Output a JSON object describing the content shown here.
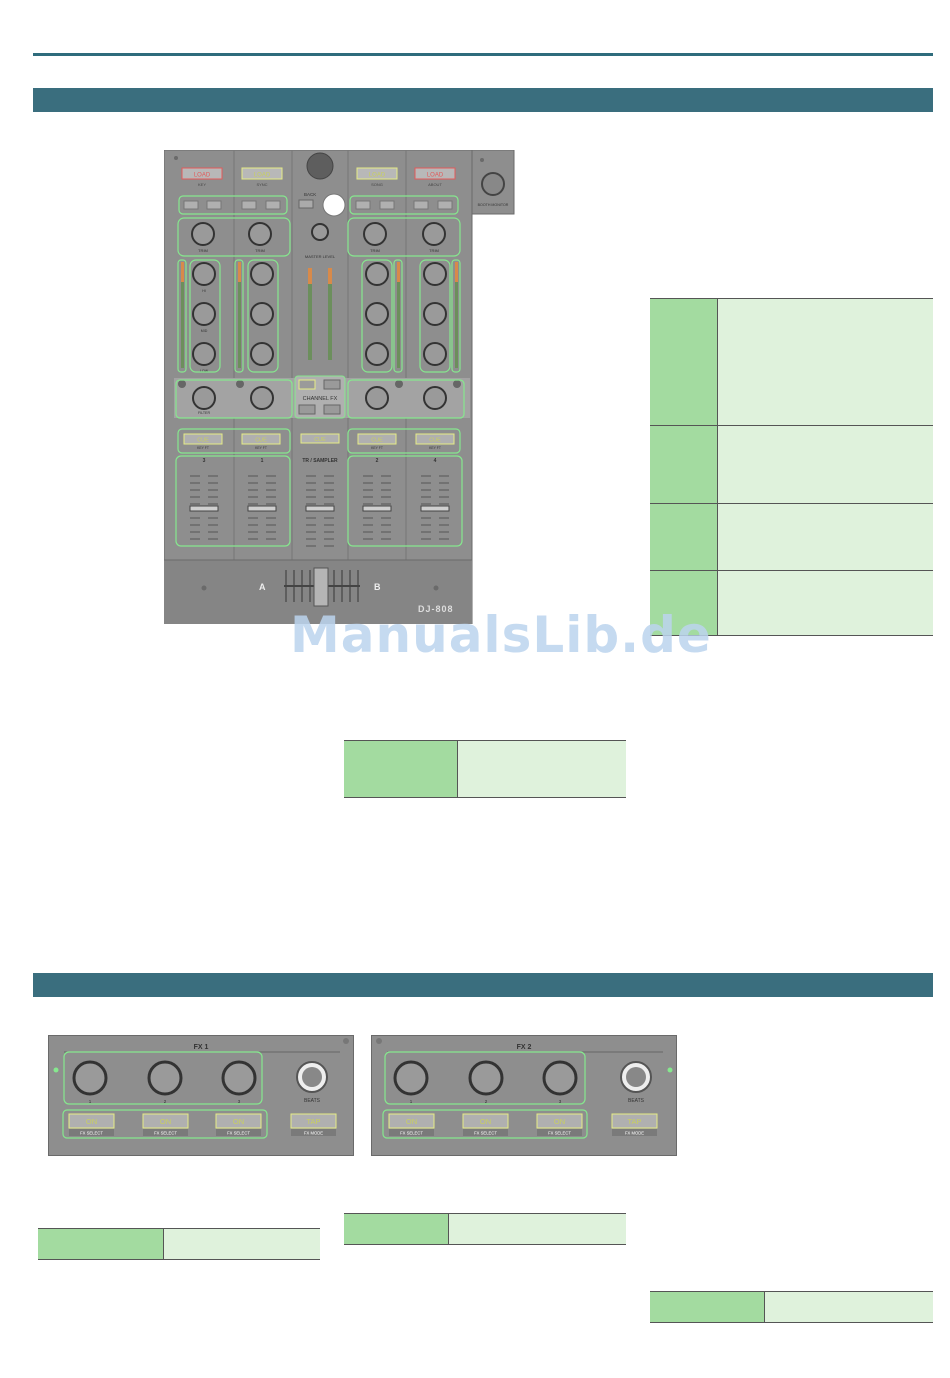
{
  "watermark": "ManualsLib.de",
  "mixer": {
    "load_buttons": [
      {
        "label": "LOAD",
        "sub": "KEY",
        "color": "#e25a5a"
      },
      {
        "label": "LOAD",
        "sub": "SYNC",
        "color": "#e6ec86"
      },
      {
        "label": "LOAD",
        "sub": "SONG",
        "color": "#e6ec86"
      },
      {
        "label": "LOAD",
        "sub": "ABOUT",
        "color": "#e25a5a"
      }
    ],
    "back_label": "BACK",
    "booth_label": "BOOTH MONITOR",
    "trim_label": "TRIM",
    "master_level_label": "MASTER LEVEL",
    "eq_labels": [
      "HI",
      "MID",
      "LOW"
    ],
    "filter_label": "FILTER",
    "channel_fx_label": "CHANNEL FX",
    "cue_label": "CUE",
    "cue_sub": "KEY FT",
    "center_cue_label": "CUE",
    "tr_sampler_label": "TR / SAMPLER",
    "channel_numbers": [
      "3",
      "1",
      "2",
      "4"
    ],
    "crossfader_a": "A",
    "crossfader_b": "B",
    "logo": "DJ-808"
  },
  "fx_panels": [
    {
      "title": "FX 1",
      "knob_numbers": [
        "1",
        "2",
        "3"
      ],
      "beats_label": "BEATS",
      "on_label": "ON",
      "fx_select_label": "FX SELECT",
      "tap_label": "TAP",
      "fx_mode_label": "FX MODE"
    },
    {
      "title": "FX 2",
      "knob_numbers": [
        "1",
        "2",
        "3"
      ],
      "beats_label": "BEATS",
      "on_label": "ON",
      "fx_select_label": "FX SELECT",
      "tap_label": "TAP",
      "fx_mode_label": "FX MODE"
    }
  ],
  "colors": {
    "accent": "#3a6e7e",
    "table_key": "#a3dba0",
    "table_value": "#dff2dc",
    "highlight": "#86e88e"
  }
}
